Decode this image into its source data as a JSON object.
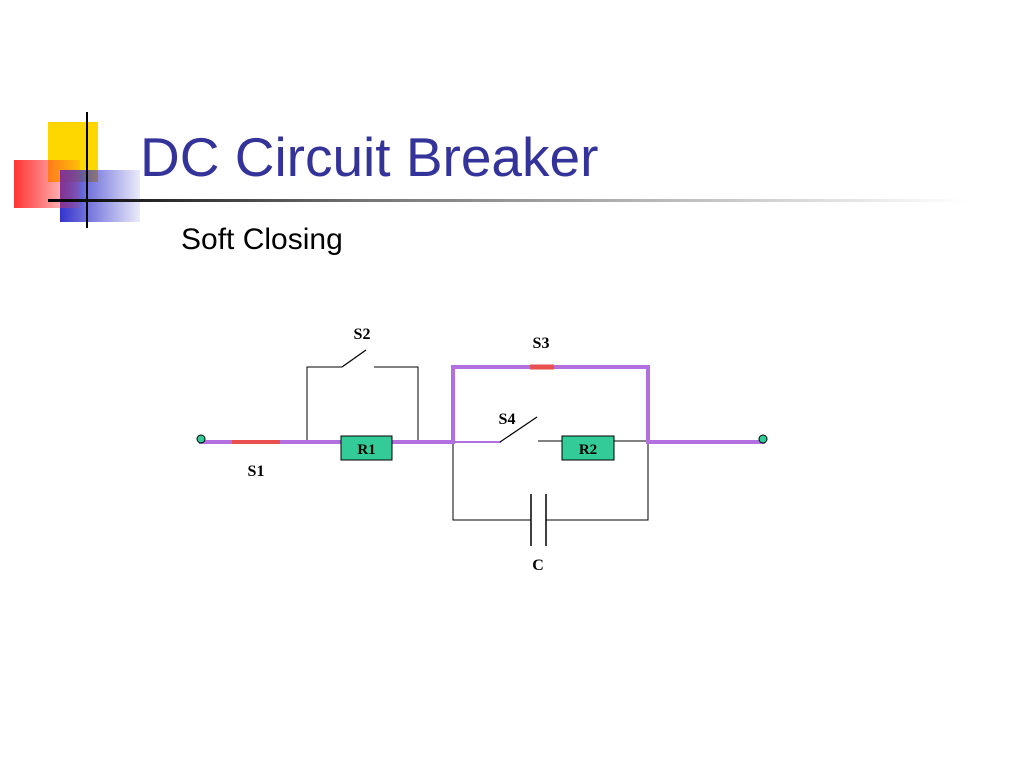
{
  "slide": {
    "title": "DC Circuit Breaker",
    "subtitle": "Soft Closing"
  },
  "diagram": {
    "labels": {
      "s1": "S1",
      "s2": "S2",
      "s3": "S3",
      "s4": "S4",
      "r1": "R1",
      "r2": "R2",
      "c": "C"
    },
    "switch_states": {
      "s1": "closed",
      "s2": "open",
      "s3": "closed",
      "s4": "open"
    },
    "colors": {
      "title": "#333399",
      "active_path": "#B26FE0",
      "closed_switch": "#E8514E",
      "resistor_fill": "#33CC99",
      "terminal_fill": "#33CC99",
      "wire": "#000000",
      "deco_yellow": "#FFD700",
      "deco_red": "#FF3333",
      "deco_blue": "#3333CC"
    }
  }
}
